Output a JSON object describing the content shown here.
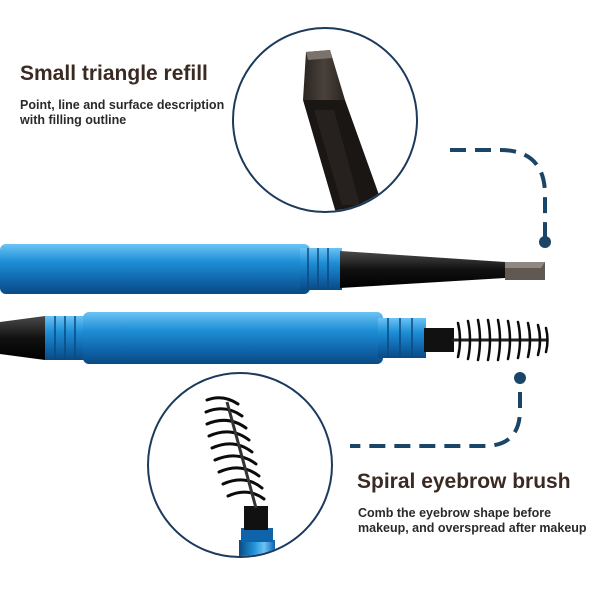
{
  "features": {
    "refill": {
      "title": "Small triangle refill",
      "description": "Point, line and surface description with filling outline"
    },
    "brush": {
      "title": "Spiral eyebrow brush",
      "description": "Comb the eyebrow shape before makeup, and overspread after makeup"
    }
  },
  "colors": {
    "body_blue": "#1f8fd6",
    "circle_outline": "#1b3a5c",
    "connector_dash": "#1b4566",
    "heading_text": "#3a2a22",
    "lead": "#3d3530"
  },
  "icons": [
    "pencil-illustration",
    "spiral-brush-illustration",
    "connector-dot"
  ]
}
